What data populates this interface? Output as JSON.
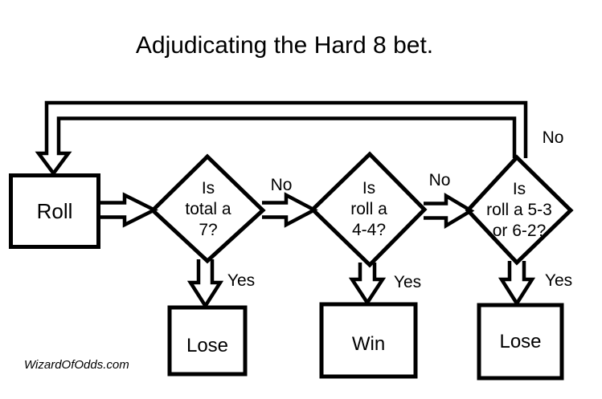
{
  "page": {
    "title": "Adjudicating the Hard 8 bet.",
    "watermark": "WizardOfOdds.com",
    "colors": {
      "ink": "#000000",
      "background": "#ffffff"
    }
  },
  "flowchart": {
    "nodes": {
      "roll": {
        "type": "process",
        "label": "Roll"
      },
      "d1": {
        "type": "decision",
        "lines": [
          "Is",
          "total a",
          "7?"
        ]
      },
      "d2": {
        "type": "decision",
        "lines": [
          "Is",
          "roll a",
          "4-4?"
        ]
      },
      "d3": {
        "type": "decision",
        "lines": [
          "Is",
          "roll a 5-3",
          "or 6-2?"
        ]
      },
      "outcome1": {
        "type": "terminal",
        "label": "Lose"
      },
      "outcome2": {
        "type": "terminal",
        "label": "Win"
      },
      "outcome3": {
        "type": "terminal",
        "label": "Lose"
      }
    },
    "edges": [
      {
        "from": "roll",
        "to": "d1",
        "label": ""
      },
      {
        "from": "d1",
        "to": "d2",
        "label": "No"
      },
      {
        "from": "d1",
        "to": "outcome1",
        "label": "Yes"
      },
      {
        "from": "d2",
        "to": "d3",
        "label": "No"
      },
      {
        "from": "d2",
        "to": "outcome2",
        "label": "Yes"
      },
      {
        "from": "d3",
        "to": "roll",
        "label": "No"
      },
      {
        "from": "d3",
        "to": "outcome3",
        "label": "Yes"
      }
    ]
  }
}
